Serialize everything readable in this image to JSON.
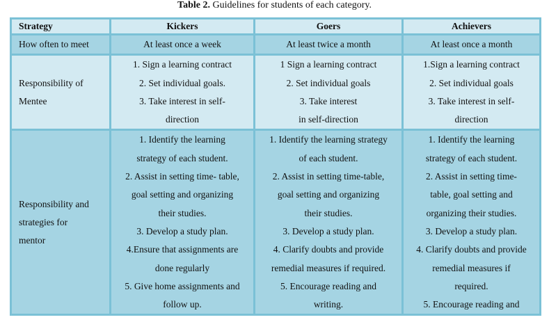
{
  "caption": {
    "label": "Table 2.",
    "text": " Guidelines for students of each category."
  },
  "headers": [
    "Strategy",
    "Kickers",
    "Goers",
    "Achievers"
  ],
  "rows": [
    {
      "label": [
        "How often to meet"
      ],
      "cells": [
        [
          "At least once a week"
        ],
        [
          "At least twice a month"
        ],
        [
          "At least once a month"
        ]
      ]
    },
    {
      "label": [
        "Responsibility of",
        "Mentee"
      ],
      "cells": [
        [
          "1. Sign a learning contract",
          "2. Set individual goals.",
          "3. Take interest in self-",
          "direction"
        ],
        [
          "1 Sign a learning contract",
          "2. Set individual goals",
          "3. Take interest",
          "in self-direction"
        ],
        [
          "1.Sign a learning contract",
          "2. Set individual goals",
          "3. Take interest in self-",
          "direction"
        ]
      ]
    },
    {
      "label": [
        "Responsibility and",
        "strategies for",
        "mentor"
      ],
      "cells": [
        [
          "1. Identify the learning",
          "strategy of each student.",
          "2. Assist in setting time- table,",
          "goal setting and organizing",
          "their studies.",
          "3. Develop a study plan.",
          "4.Ensure that assignments are",
          "done regularly",
          "5. Give home assignments and",
          "follow up."
        ],
        [
          "1. Identify the learning strategy",
          "of each student.",
          "2. Assist in setting time-table,",
          "goal setting and organizing",
          "their studies.",
          "3. Develop a study plan.",
          "4. Clarify doubts and provide",
          "remedial measures if required.",
          "5. Encourage reading and",
          "writing."
        ],
        [
          "1. Identify the learning",
          "strategy of each student.",
          "2. Assist in setting time-",
          "table, goal setting and",
          "organizing their studies.",
          "3. Develop a study plan.",
          "4. Clarify doubts and provide",
          "remedial measures if",
          "required.",
          "5. Encourage reading and"
        ]
      ]
    }
  ]
}
